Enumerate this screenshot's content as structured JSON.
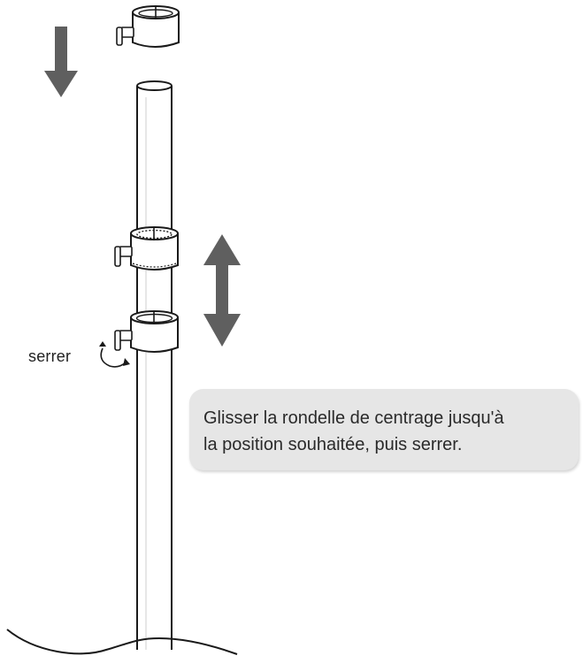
{
  "labels": {
    "tighten": "serrer"
  },
  "instruction": {
    "line1": "Glisser la rondelle de centrage jusqu'à",
    "line2": "la position souhaitée, puis serrer."
  },
  "colors": {
    "arrow": "#5f5f5f",
    "line": "#1a1a1a",
    "box": "#e6e6e6",
    "text": "#2a2a2a"
  },
  "icons": {
    "down_arrow": "arrow-down-icon",
    "updown_arrow": "arrow-up-down-icon",
    "rotate": "rotate-arrow-icon"
  }
}
